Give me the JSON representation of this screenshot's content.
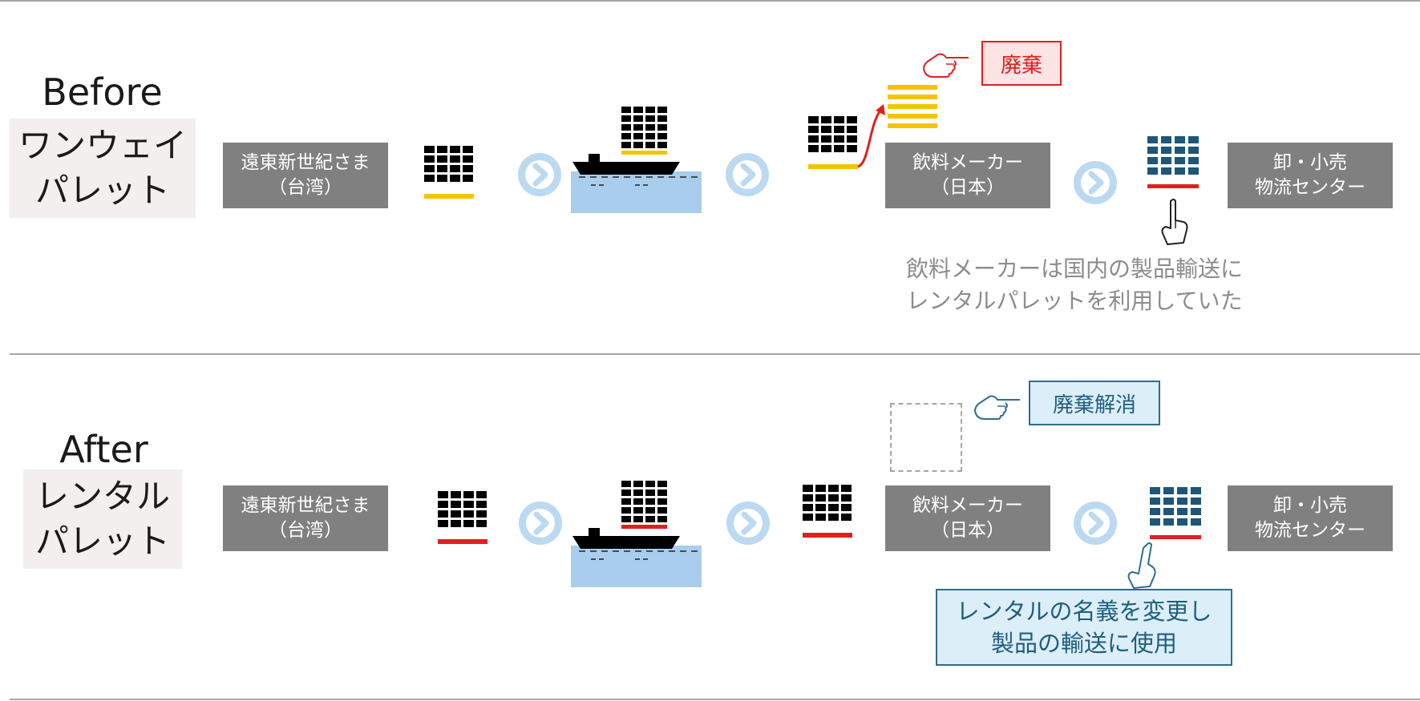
{
  "colors": {
    "gray_box": "#808080",
    "yellow": "#f5c400",
    "red": "#e02020",
    "navy": "#1d5678",
    "light_blue": "#bcd9f2",
    "sea": "#a9cdec",
    "callout_blue": "#2e6d8e"
  },
  "before": {
    "title": "Before",
    "subtitle": "ワンウェイ\nパレット",
    "box_taiwan": [
      "遠東新世紀さま",
      "（台湾）"
    ],
    "box_maker": [
      "飲料メーカー",
      "（日本）"
    ],
    "box_center": [
      "卸・小売",
      "物流センター"
    ],
    "discard_label": "廃棄",
    "note": [
      "飲料メーカーは国内の製品輸送に",
      "レンタルパレットを利用していた"
    ]
  },
  "after": {
    "title": "After",
    "subtitle": "レンタル\nパレット",
    "box_taiwan": [
      "遠東新世紀さま",
      "（台湾）"
    ],
    "box_maker": [
      "飲料メーカー",
      "（日本）"
    ],
    "box_center": [
      "卸・小売",
      "物流センター"
    ],
    "resolved_label": "廃棄解消",
    "note": [
      "レンタルの名義を変更し",
      "製品の輸送に使用"
    ]
  },
  "icons": [
    "pallet-icon",
    "chevron-right-icon",
    "ship-icon",
    "pointing-hand-icon",
    "finger-up-icon"
  ]
}
